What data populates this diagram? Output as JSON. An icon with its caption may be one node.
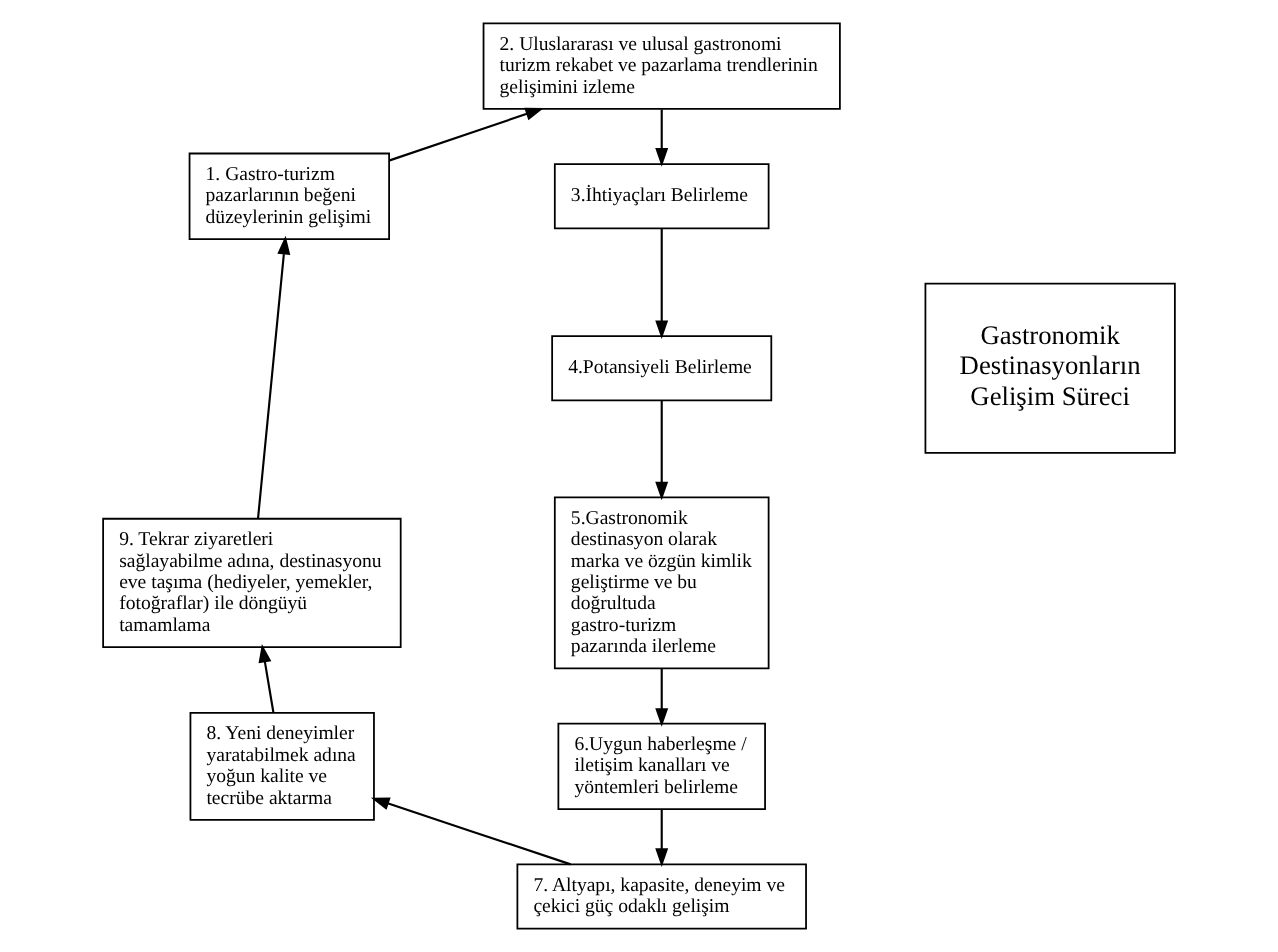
{
  "diagram": {
    "nodes": [
      {
        "text": [
          "1. Gastro-turizm pazarlarının beğeni düzeylerinin gelişimi"
        ]
      },
      {
        "text": [
          "2. Uluslararası ve ulusal gastronomi turizm rekabet ve pazarlama trendlerinin gelişimini izleme"
        ]
      },
      {
        "text": [
          "3.İhtiyaçları Belirleme"
        ]
      },
      {
        "text": [
          "4.Potansiyeli Belirleme"
        ]
      },
      {
        "text": [
          "5.Gastronomik destinasyon olarak marka ve özgün kimlik geliştirme ve bu doğrultuda gastro-turizm pazarında ilerleme"
        ]
      },
      {
        "text": [
          "6.Uygun haberleşme / iletişim kanalları ve yöntemleri belirleme"
        ]
      },
      {
        "text": [
          "7. Altyapı, kapasite, deneyim ve çekici güç odaklı gelişim"
        ]
      },
      {
        "text": [
          "8. Yeni deneyimler yaratabilmek adına yoğun kalite ve tecrübe aktarma"
        ]
      },
      {
        "text": [
          "9. Tekrar ziyaretleri sağlayabilme adına, destinasyonu eve taşıma (hediyeler, yemekler, fotoğraflar) ile döngüyü tamamlama"
        ]
      },
      {
        "text": [
          "Gastronomik Destinasyonların Gelişim Süreci"
        ]
      }
    ],
    "edges": [
      {
        "from": 0,
        "to": 1,
        "arrow": "to"
      },
      {
        "from": 1,
        "to": 2,
        "arrow": "to"
      },
      {
        "from": 2,
        "to": 3,
        "arrow": "to"
      },
      {
        "from": 3,
        "to": 4,
        "arrow": "to"
      },
      {
        "from": 4,
        "to": 5,
        "arrow": "to"
      },
      {
        "from": 5,
        "to": 6,
        "arrow": "to"
      },
      {
        "from": 6,
        "to": 7,
        "arrow": "to"
      },
      {
        "from": 7,
        "to": 8,
        "arrow": "to"
      },
      {
        "from": 8,
        "to": 0,
        "arrow": "to"
      }
    ]
  }
}
